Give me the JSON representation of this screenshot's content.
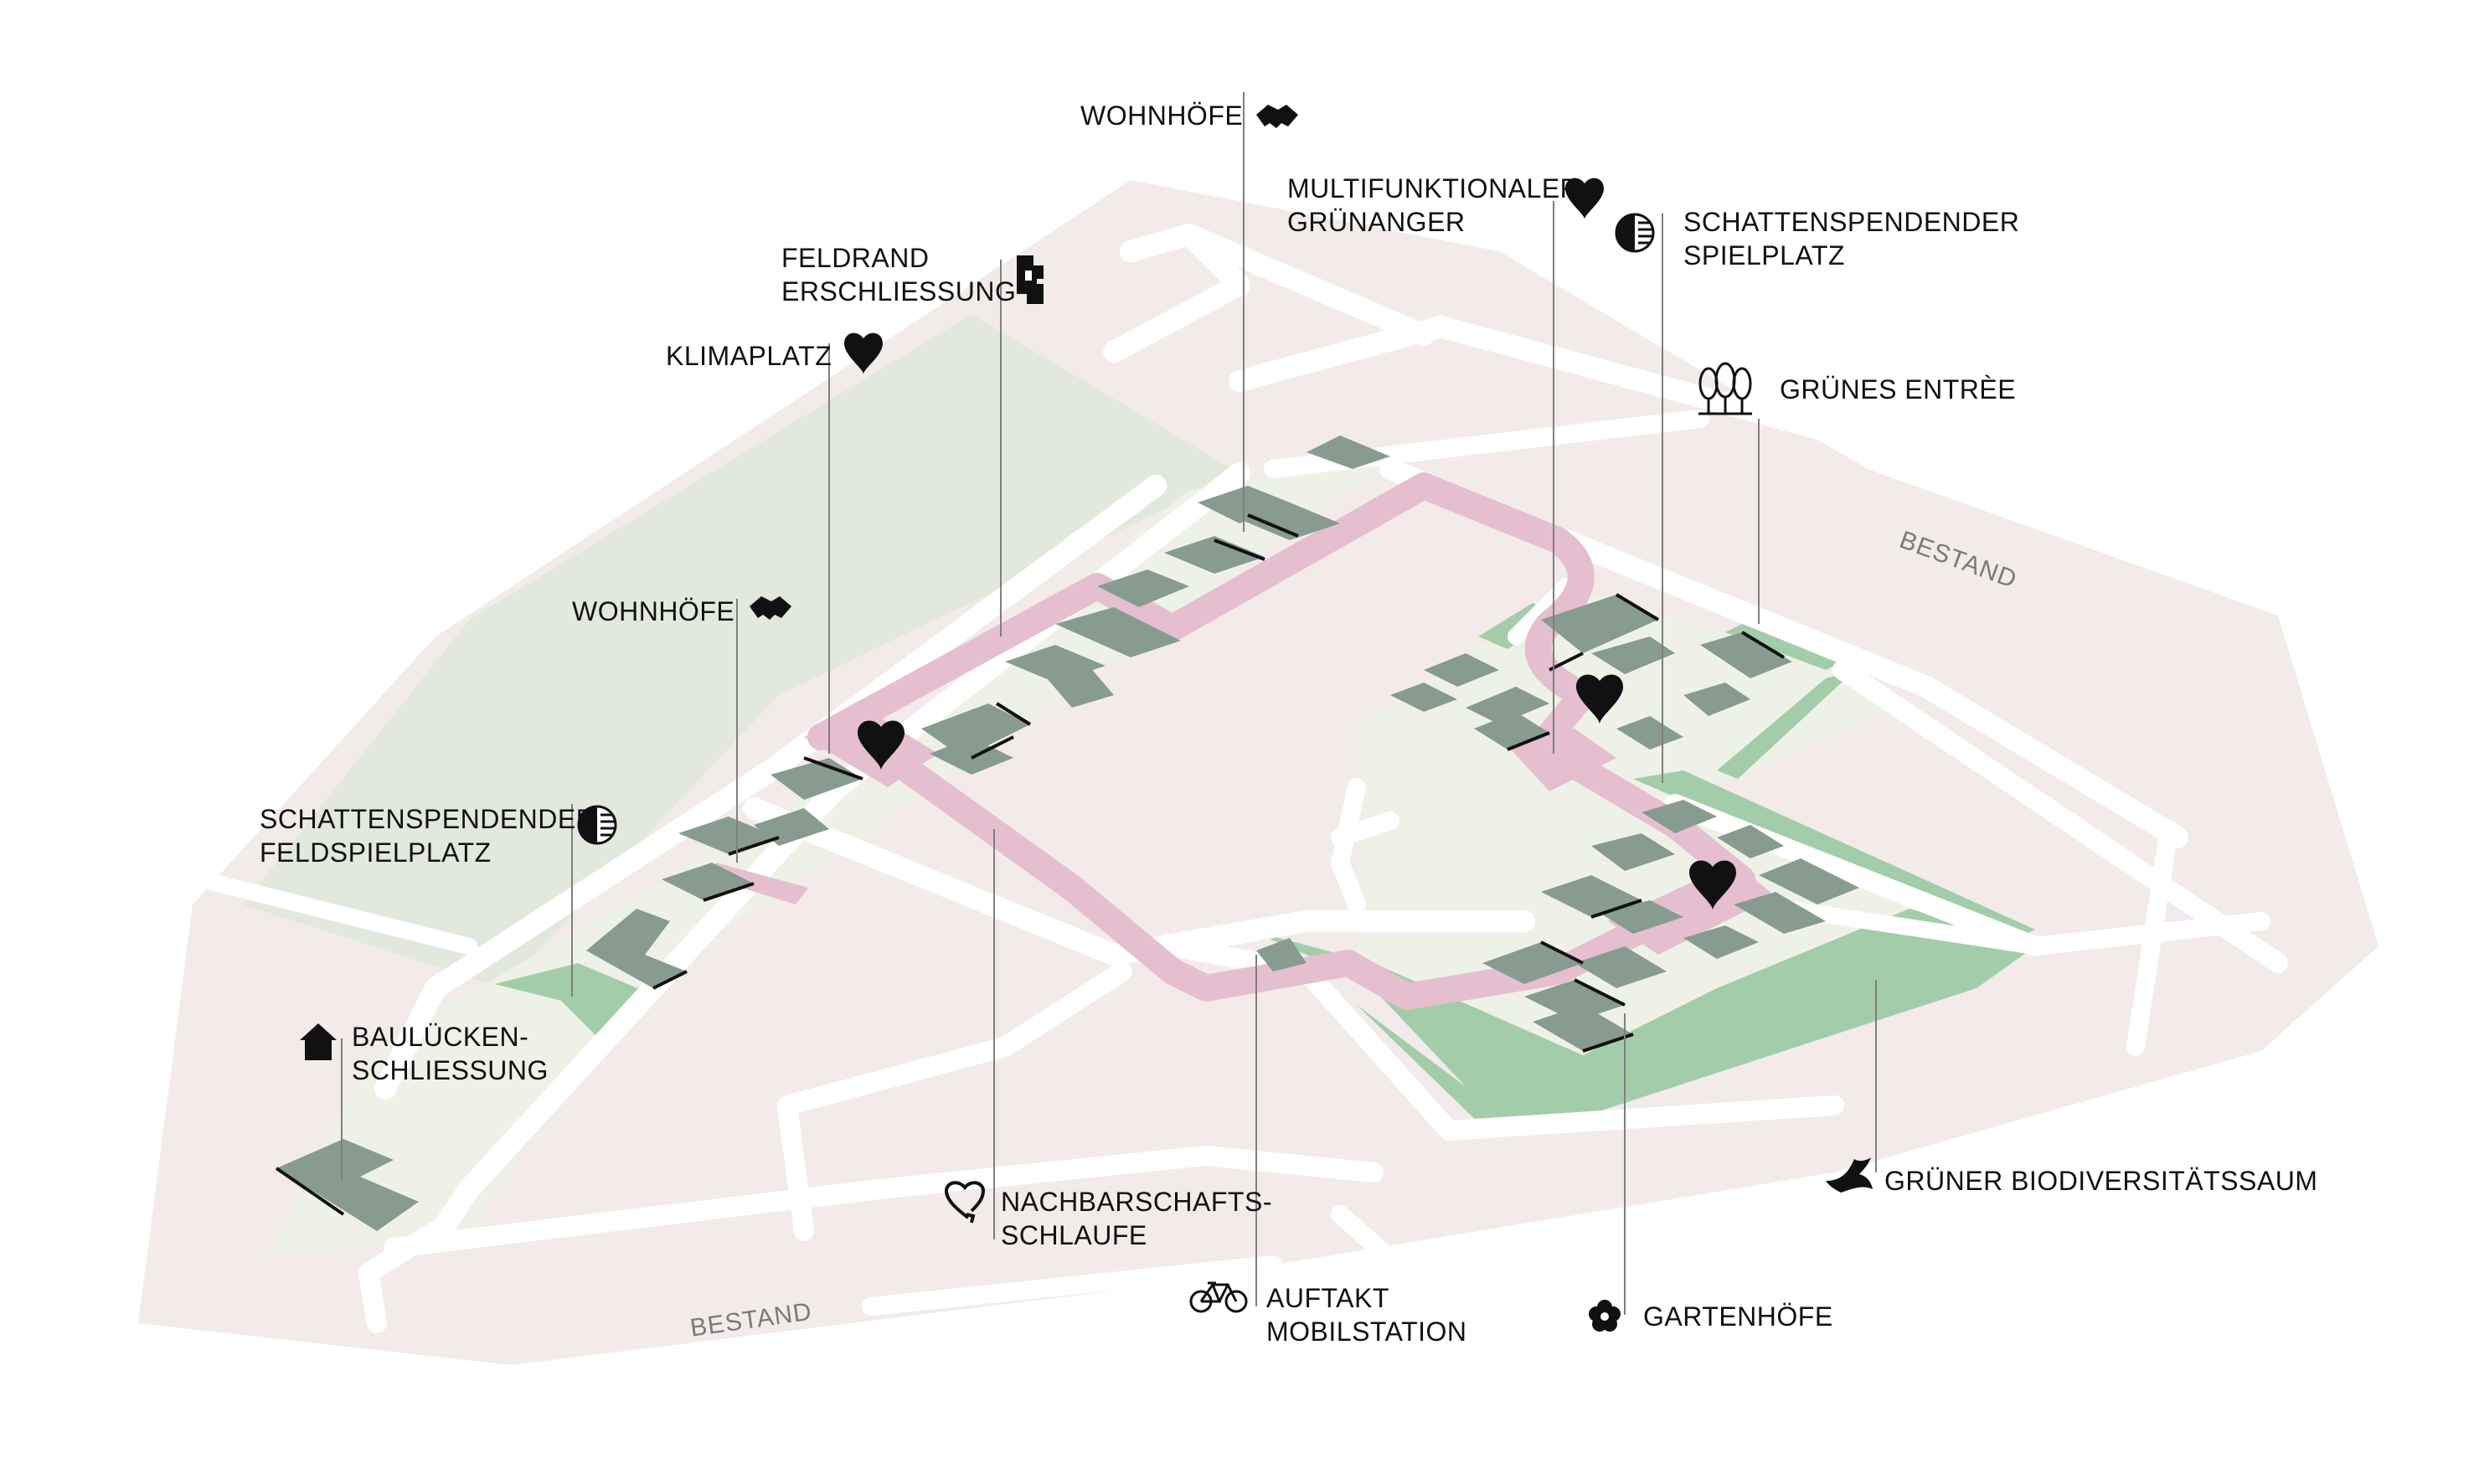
{
  "colors": {
    "land": "#f2ebea",
    "field": "#e3e8dc",
    "plot": "#eef2e6",
    "green": "#a3cda9",
    "building": "#879b91",
    "loop": "#e5bfcf",
    "road": "#ffffff",
    "leader": "#7f7f7f",
    "text": "#111111"
  },
  "labels": {
    "wohnhoefe_top": "WOHNHÖFE",
    "multifunktional": "MULTIFUNKTIONALER\nGRÜNANGER",
    "schatten_spielplatz": "SCHATTENSPENDENDER\nSPIELPLATZ",
    "feldrand": "FELDRAND\nERSCHLIESSUNG",
    "klimaplatz": "KLIMAPLATZ",
    "gruenes_entree": "GRÜNES ENTRÈE",
    "bestand_right": "BESTAND",
    "wohnhoefe_left": "WOHNHÖFE",
    "schatten_feld": "SCHATTENSPENDENDER\nFELDSPIELPLATZ",
    "bauluecken": "BAULÜCKEN-\nSCHLIESSUNG",
    "nachbarschaft": "NACHBARSCHAFTS-\nSCHLAUFE",
    "auftakt": "AUFTAKT\nMOBILSTATION",
    "gartenhoefe": "GARTENHÖFE",
    "biodiversitaet": "GRÜNER BIODIVERSITÄTSSAUM",
    "bestand_left": "BESTAND"
  },
  "icons": {
    "wohnhoefe_top": "handshake-icon",
    "multifunktional": "heart-icon",
    "schatten_spielplatz": "half-sun-icon",
    "feldrand": "building-block-icon",
    "klimaplatz": "heart-icon",
    "gruenes_entree": "trees-icon",
    "wohnhoefe_left": "handshake-icon",
    "schatten_feld": "half-sun-icon",
    "bauluecken": "house-icon",
    "nachbarschaft": "heart-loop-icon",
    "auftakt": "bicycle-icon",
    "gartenhoefe": "flower-icon",
    "biodiversitaet": "bird-icon"
  }
}
